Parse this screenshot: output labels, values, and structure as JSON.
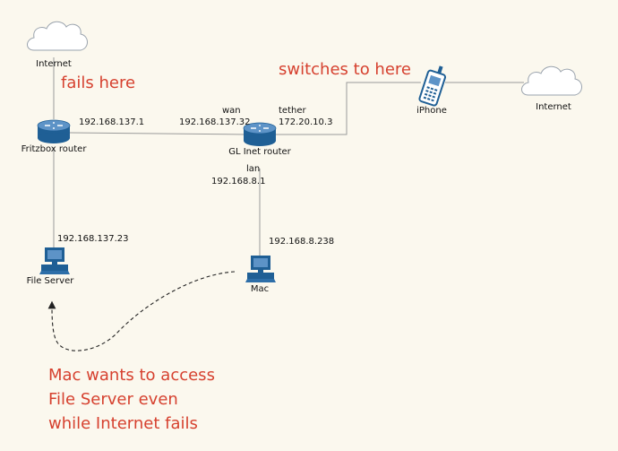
{
  "nodes": {
    "internet_left": {
      "label": "Internet"
    },
    "internet_right": {
      "label": "Internet"
    },
    "fritzbox": {
      "label": "Fritzbox router"
    },
    "gl_inet": {
      "label": "GL Inet router"
    },
    "iphone": {
      "label": "iPhone"
    },
    "file_server": {
      "label": "File Server"
    },
    "mac": {
      "label": "Mac"
    }
  },
  "links": {
    "fritzbox_ip": "192.168.137.1",
    "wan_label": "wan",
    "wan_ip": "192.168.137.32",
    "tether_label": "tether",
    "tether_ip": "172.20.10.3",
    "lan_label": "lan",
    "lan_ip": "192.168.8.1",
    "file_server_ip": "192.168.137.23",
    "mac_ip": "192.168.8.238"
  },
  "annotations": {
    "fails_here": "fails here",
    "switches_to_here": "switches to here",
    "note_lines": [
      "Mac wants to access",
      "File Server even",
      "while Internet fails"
    ]
  },
  "colors": {
    "background": "#fbf8ee",
    "line": "#9a9a9a",
    "device_blue": "#1f5f95",
    "annotation_red": "#d6412f"
  }
}
